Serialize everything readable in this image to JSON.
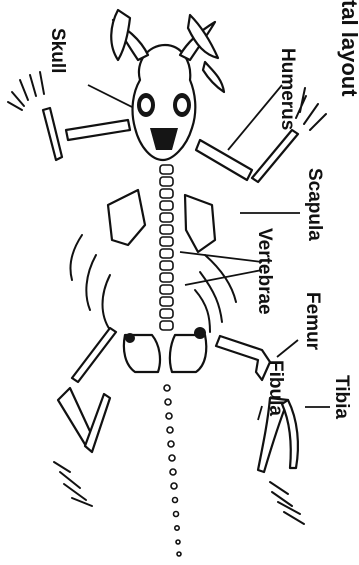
{
  "header": {
    "partial_title": "tal layout"
  },
  "labels": {
    "skull": "Skull",
    "humerus": "Humerus",
    "scapula": "Scapula",
    "vertebrae": "Vertebrae",
    "femur": "Femur",
    "tibia": "Tibia",
    "fibula": "Fibula"
  }
}
